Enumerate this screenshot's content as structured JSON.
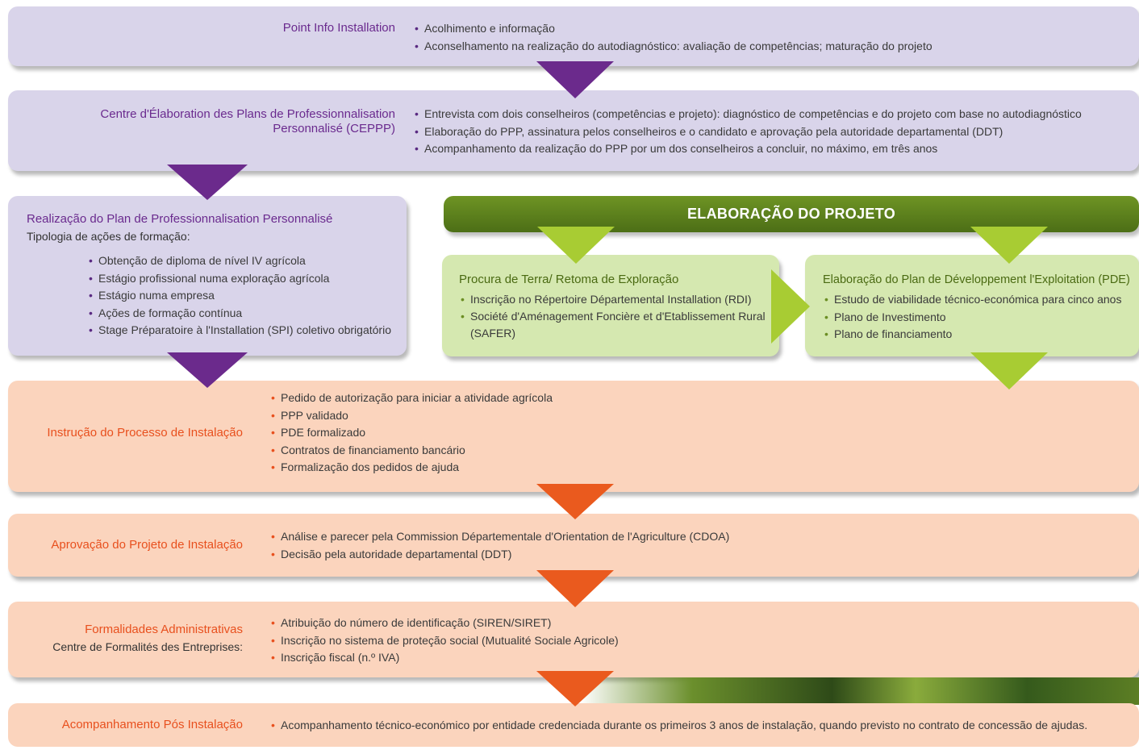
{
  "point_info": {
    "title": "Point Info Installation",
    "items": [
      "Acolhimento e informação",
      "Aconselhamento na realização do autodiagnóstico: avaliação de competências; maturação do projeto"
    ]
  },
  "ceppp": {
    "title_line1": "Centre d'Élaboration des Plans de Professionnalisation",
    "title_line2": "Personnalisé  (CEPPP)",
    "items": [
      "Entrevista com dois conselheiros (competências e projeto): diagnóstico de competências e do projeto com base no autodiagnóstico",
      "Elaboração do PPP, assinatura pelos conselheiros e o candidato e aprovação pela autoridade departamental (DDT)",
      "Acompanhamento da realização do PPP por um dos conselheiros a concluir, no máximo, em três anos"
    ]
  },
  "ppp": {
    "title": "Realização do Plan de Professionnalisation Personnalisé",
    "subtitle": "Tipologia de ações de formação:",
    "items": [
      "Obtenção de diploma de nível IV agrícola",
      "Estágio profissional numa exploração agrícola",
      "Estágio numa empresa",
      "Ações de formação contínua",
      "Stage Préparatoire à l'Installation (SPI) coletivo obrigatório"
    ]
  },
  "banner": {
    "title": "ELABORAÇÃO DO PROJETO"
  },
  "terra": {
    "title": "Procura de Terra/ Retoma de Exploração",
    "items": [
      "Inscrição no Répertoire Départemental Installation (RDI)",
      "Société d'Aménagement Foncière et d'Etablissement Rural (SAFER)"
    ]
  },
  "pde": {
    "title": "Elaboração do Plan de Développement l'Exploitation  (PDE)",
    "items": [
      "Estudo de viabilidade técnico-económica para cinco anos",
      "Plano de Investimento",
      "Plano de financiamento"
    ]
  },
  "instrucao": {
    "title": "Instrução do Processo de Instalação",
    "items": [
      "Pedido de autorização para iniciar a atividade agrícola",
      "PPP validado",
      "PDE formalizado",
      "Contratos de financiamento bancário",
      "Formalização dos pedidos de ajuda"
    ]
  },
  "aprovacao": {
    "title": "Aprovação do Projeto de Instalação",
    "items": [
      "Análise e parecer pela Commission Départementale d'Orientation de l'Agriculture (CDOA)",
      "Decisão pela autoridade departamental (DDT)"
    ]
  },
  "formalidades": {
    "title": "Formalidades Administrativas",
    "subtitle": "Centre de Formalités des Entreprises:",
    "items": [
      "Atribuição do número de identificação (SIREN/SIRET)",
      "Inscrição no sistema de proteção social (Mutualité Sociale Agricole)",
      "Inscrição fiscal (n.º IVA)"
    ]
  },
  "acompanhamento": {
    "title": "Acompanhamento Pós Instalação",
    "items": [
      "Acompanhamento técnico-económico por entidade credenciada durante os primeiros 3 anos de instalação, quando previsto no contrato de concessão de ajudas."
    ]
  },
  "colors": {
    "lavender": "#d9d4ea",
    "peach": "#fbd4bd",
    "lime": "#d5e8b0",
    "purple": "#6b2a8c",
    "orange": "#ea5a1e",
    "green": "#4c6e16"
  }
}
